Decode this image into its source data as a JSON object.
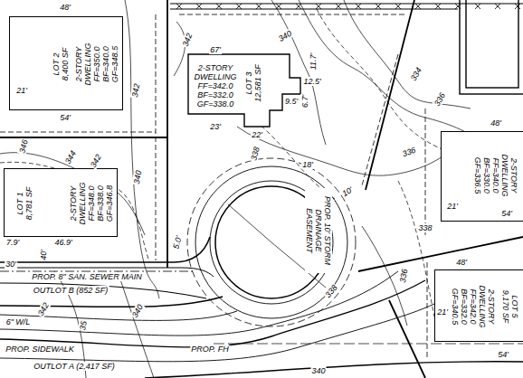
{
  "diagram": {
    "nodes": [
      {
        "text": [
          "LOT 2 8,400 SF",
          "2-STORY DWELLING FF=350.0 BF=340.0 GF=348.5"
        ]
      },
      {
        "text": [
          "2-STORY DWELLING FF=342.0 BF=332.0 GF=338.0",
          "LOT 3 12,581 SF"
        ]
      },
      {
        "text": [
          "2-STORY DWELLING FF=340.0 BF=330.0 GF=336.5"
        ]
      },
      {
        "text": [
          "LOT 1 8,781 SF",
          "2-STORY DWELLING FF=348.0 BF=338.0 GF=346.8"
        ]
      },
      {
        "text": [
          "2-STORY DWELLING FF=342.0 BF=332.0 GF=340.5",
          "LOT 5 9,170 SF"
        ]
      }
    ],
    "labels": [
      "48'",
      "21'",
      "54'",
      "342",
      "346",
      "344",
      "342",
      "340",
      "7.9'",
      "46.9'",
      "40'",
      "30'",
      "5.0'",
      "PROP. 8\" SAN. SEWER MAIN",
      "OUTLOT B (852 SF)",
      "6\" W/L",
      "342",
      "35",
      "340",
      "PROP. SIDEWALK",
      "OUTLOT A (2,417 SF)",
      "PROP. FH",
      "340",
      "67'",
      "342",
      "340",
      "11.7'",
      "12.5'",
      "9.5'",
      "6.7'",
      "22'",
      "23'",
      "338",
      "18'",
      "10'",
      "336",
      "334",
      "336",
      "48'",
      "21'",
      "54'",
      "338",
      "48'",
      "21'",
      "54'",
      "PROP. 10' STORM DRAINAGE EASEMENT",
      "338",
      "336"
    ]
  }
}
